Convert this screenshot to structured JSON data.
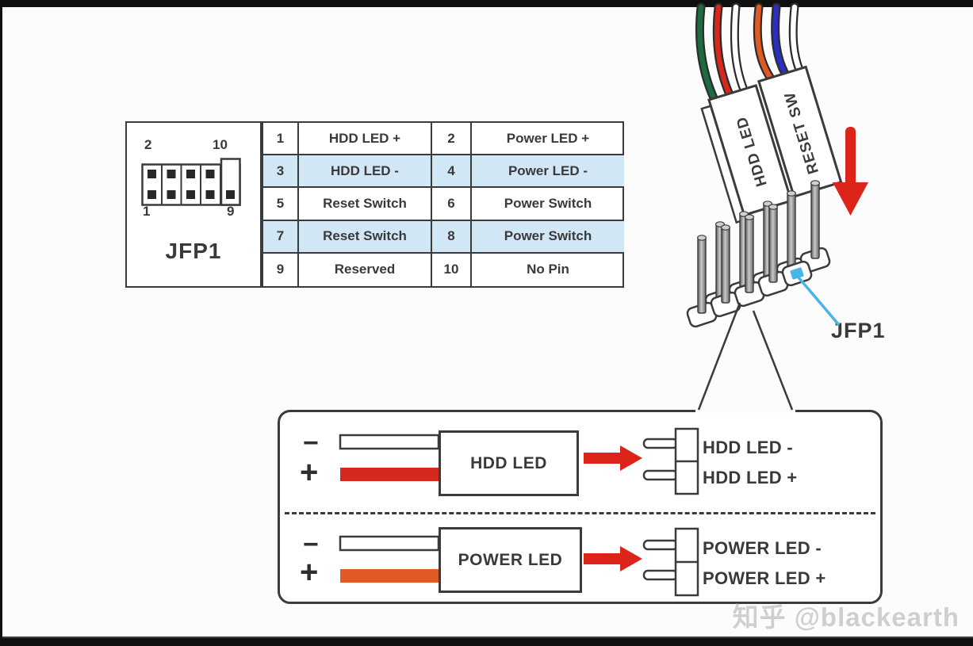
{
  "colors": {
    "outline": "#3b3b3b",
    "highlight_row": "#d2e7f6",
    "wire_red": "#d6281c",
    "wire_orange": "#e05b24",
    "wire_green": "#1d6b3f",
    "wire_blue": "#2b2fc0",
    "callout_blue": "#49b4e8",
    "arrow_red": "#dd241a"
  },
  "panel": {
    "label": "JFP1",
    "top_left_pin": "2",
    "top_right_pin": "10",
    "bottom_left_pin": "1",
    "bottom_right_pin": "9"
  },
  "pin_table": {
    "rows": [
      {
        "pin_left": "1",
        "func_left": "HDD LED +",
        "pin_right": "2",
        "func_right": "Power LED +"
      },
      {
        "pin_left": "3",
        "func_left": "HDD LED -",
        "pin_right": "4",
        "func_right": "Power LED -"
      },
      {
        "pin_left": "5",
        "func_left": "Reset Switch",
        "pin_right": "6",
        "func_right": "Power Switch"
      },
      {
        "pin_left": "7",
        "func_left": "Reset Switch",
        "pin_right": "8",
        "func_right": "Power Switch"
      },
      {
        "pin_left": "9",
        "func_left": "Reserved",
        "pin_right": "10",
        "func_right": "No Pin"
      }
    ]
  },
  "connectors": {
    "left_housing": "HDD LED",
    "right_housing": "RESET SW",
    "header_label": "JFP1"
  },
  "callout_box": {
    "hdd": {
      "minus": "−",
      "plus": "+",
      "label": "HDD LED",
      "neg_pin": "HDD LED -",
      "pos_pin": "HDD LED +"
    },
    "power": {
      "minus": "−",
      "plus": "+",
      "label": "POWER LED",
      "neg_pin": "POWER LED -",
      "pos_pin": "POWER LED +"
    }
  },
  "watermark": "知乎 @blackearth"
}
